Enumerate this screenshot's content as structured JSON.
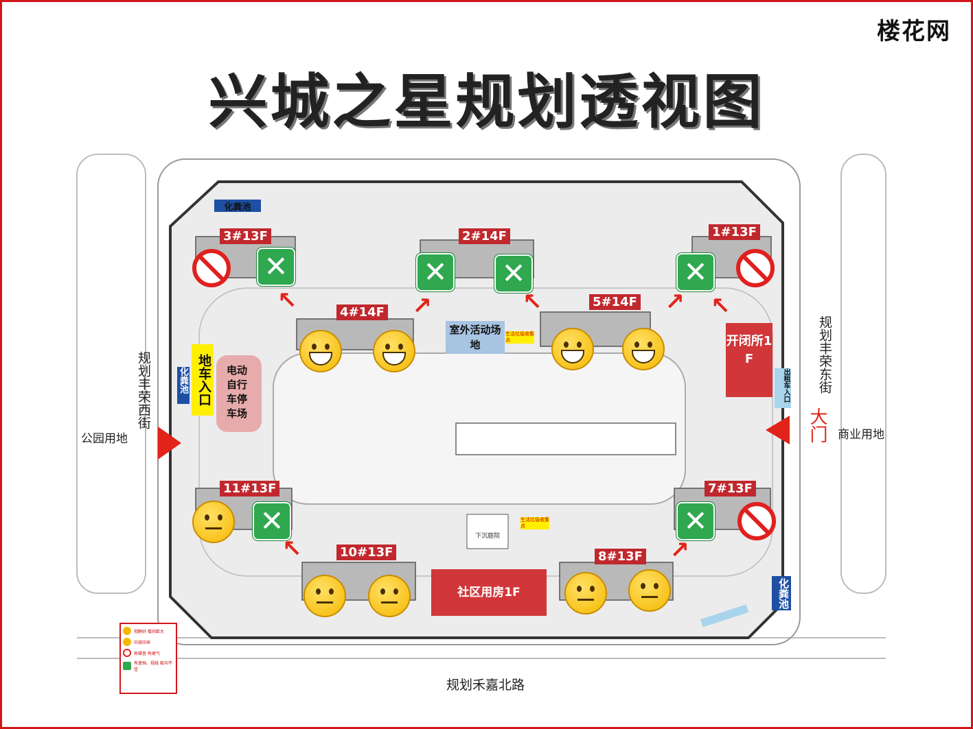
{
  "brand": {
    "logo_text": "楼花网"
  },
  "title": "兴城之星规划透视图",
  "roads": {
    "north_label": "",
    "west_road": "规划丰荣西街",
    "east_road": "规划丰荣东街",
    "south_road": "规划禾嘉北路",
    "west_land": "公园用地",
    "east_land": "商业用地"
  },
  "buildings": [
    {
      "label": "3#13F"
    },
    {
      "label": "2#14F"
    },
    {
      "label": "1#13F"
    },
    {
      "label": "4#14F"
    },
    {
      "label": "5#14F"
    },
    {
      "label": "11#13F"
    },
    {
      "label": "7#13F"
    },
    {
      "label": "10#13F"
    },
    {
      "label": "8#13F"
    }
  ],
  "facilities": {
    "septic_nw": "化粪池",
    "septic_w": "化粪池",
    "septic_se": "化粪池",
    "garage_entry": "地车入口",
    "bike_parking": "电动自行车停车场",
    "outdoor_area": "室外活动场地",
    "trash_point_1": "生活垃圾收集点",
    "trash_point_2": "生活垃圾收集点",
    "switch_station": "开闭所1F",
    "rental_entry": "出租车入口",
    "main_gate": "大门",
    "community_room": "社区用房1F",
    "sunken_yard": "下沉庭院"
  },
  "legend": [
    {
      "icon": "grin-emoji",
      "text": "视野好 楼间距大"
    },
    {
      "icon": "neutral-emoji",
      "text": "中规中矩"
    },
    {
      "icon": "no-icon",
      "text": "有噪音 有尾气"
    },
    {
      "icon": "x-icon",
      "text": "有遮挡、视线 临沟不佳"
    }
  ],
  "colors": {
    "accent_red": "#c0282d",
    "frame_red": "#d0161b",
    "green_x": "#2fa84f",
    "blue_tag": "#1e4fa3",
    "yellow_tag": "#ffef00"
  }
}
